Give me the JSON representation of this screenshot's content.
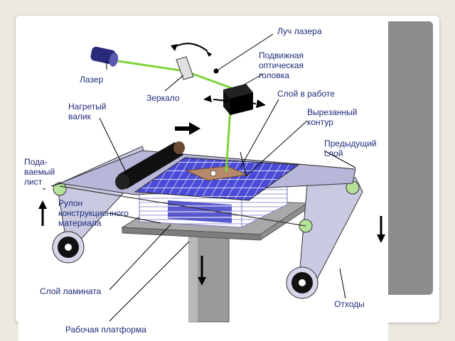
{
  "labels": {
    "laser_beam": "Луч лазера",
    "laser": "Лазер",
    "mirror": "Зеркало",
    "head": [
      "Подвижная",
      "оптическая",
      "головка"
    ],
    "layer_in_work": "Слой в работе",
    "cut_contour": [
      "Вырезанный",
      "контур"
    ],
    "previous_layer": [
      "Предыдущий",
      "слой"
    ],
    "heated_roller": [
      "Нагретый",
      "валик"
    ],
    "fed_sheet": [
      "Пода-",
      "ваемый",
      "лист"
    ],
    "material_roll": [
      "Рулон",
      "конструкционного",
      "материала"
    ],
    "laminate_layer": "Слой ламината",
    "waste": "Отходы",
    "work_platform": "Рабочая платформа"
  },
  "colors": {
    "label_text": "#1e2a78",
    "laser_beam": "#7fd23a",
    "sheet": "#b7b7d9",
    "grid": "#3f3fc8",
    "contour": "#b5896a",
    "platform": "#9a9a9a",
    "roller_core": "#111111",
    "background": "#ece9df"
  }
}
